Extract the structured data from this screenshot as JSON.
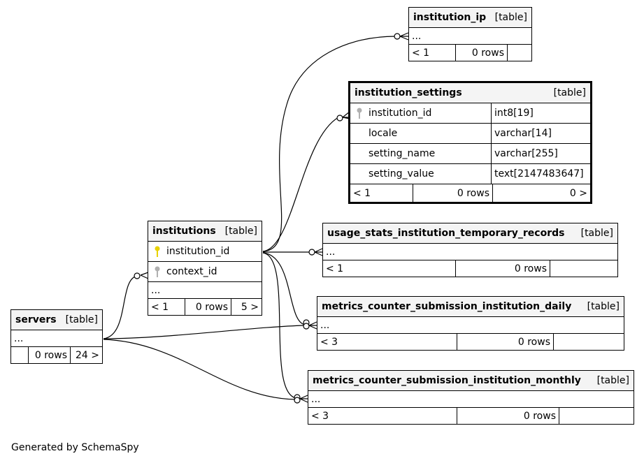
{
  "tables": {
    "institution_ip": {
      "name": "institution_ip",
      "type": "[table]",
      "rows": [
        "..."
      ],
      "footer": [
        "< 1",
        "0 rows",
        ""
      ]
    },
    "institution_settings": {
      "name": "institution_settings",
      "type": "[table]",
      "columns": [
        {
          "name": "institution_id",
          "type": "int8[19]",
          "key": "foreign"
        },
        {
          "name": "locale",
          "type": "varchar[14]"
        },
        {
          "name": "setting_name",
          "type": "varchar[255]"
        },
        {
          "name": "setting_value",
          "type": "text[2147483647]"
        }
      ],
      "footer": [
        "< 1",
        "0 rows",
        "0 >"
      ]
    },
    "institutions": {
      "name": "institutions",
      "type": "[table]",
      "columns": [
        {
          "name": "institution_id",
          "key": "primary"
        },
        {
          "name": "context_id",
          "key": "foreign"
        }
      ],
      "rows": [
        "..."
      ],
      "footer": [
        "< 1",
        "0 rows",
        "5 >"
      ]
    },
    "usage_stats": {
      "name": "usage_stats_institution_temporary_records",
      "type": "[table]",
      "rows": [
        "..."
      ],
      "footer": [
        "< 1",
        "0 rows",
        ""
      ]
    },
    "metrics_daily": {
      "name": "metrics_counter_submission_institution_daily",
      "type": "[table]",
      "rows": [
        "..."
      ],
      "footer": [
        "< 3",
        "0 rows",
        ""
      ]
    },
    "metrics_monthly": {
      "name": "metrics_counter_submission_institution_monthly",
      "type": "[table]",
      "rows": [
        "..."
      ],
      "footer": [
        "< 3",
        "0 rows",
        ""
      ]
    },
    "servers": {
      "name": "servers",
      "type": "[table]",
      "rows": [
        "..."
      ],
      "footer": [
        "",
        "0 rows",
        "24 >"
      ]
    }
  },
  "colors": {
    "key_primary": "#e8d200",
    "key_foreign": "#b0b0b0",
    "header_bg": "#f4f4f4"
  },
  "footer_text": "Generated by SchemaSpy"
}
